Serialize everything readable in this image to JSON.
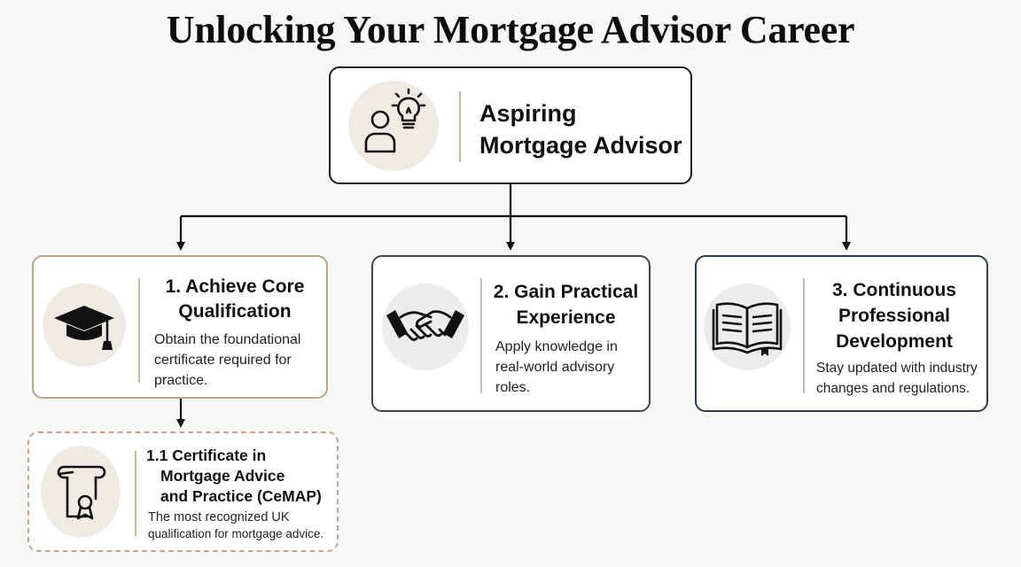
{
  "title": "Unlocking Your Mortgage Advisor Career",
  "root": {
    "line1": "Aspiring",
    "line2": "Mortgage Advisor",
    "icon": "person-lightbulb-icon"
  },
  "steps": [
    {
      "line1": "1. Achieve Core",
      "line2": "Qualification",
      "desc1": "Obtain the foundational",
      "desc2": "certificate required for",
      "desc3": "practice.",
      "icon": "graduation-cap-icon"
    },
    {
      "line1": "2. Gain Practical",
      "line2": "Experience",
      "desc1": "Apply knowledge in",
      "desc2": "real-world advisory",
      "desc3": "roles.",
      "icon": "handshake-icon"
    },
    {
      "line1": "3. Continuous",
      "line2": "Professional",
      "line3": "Development",
      "desc1": "Stay updated with industry",
      "desc2": "changes and regulations.",
      "icon": "open-book-icon"
    }
  ],
  "substep": {
    "line1": "1.1  Certificate in",
    "line2": "Mortgage Advice",
    "line3": "and Practice (CeMAP)",
    "desc1": "The most recognized UK",
    "desc2": "qualification for mortgage advice.",
    "icon": "certificate-scroll-icon"
  },
  "colors": {
    "accent_beige": "#b8a58c",
    "accent_navy": "#2c3a4a",
    "icon_bg": "#efebe3"
  }
}
